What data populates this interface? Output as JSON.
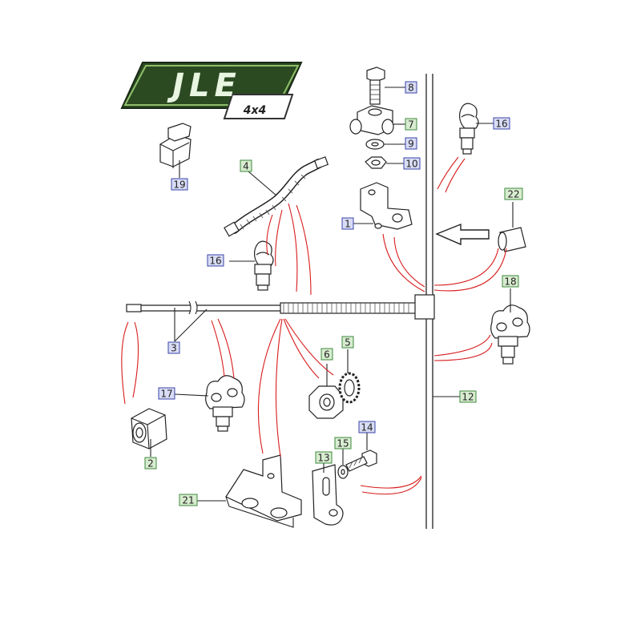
{
  "logo": {
    "brand": "JLE",
    "sub": "4x4",
    "color_primary": "#2b4a22",
    "color_accent": "#6fa040"
  },
  "colors": {
    "green_box_fill": "#d8ecd0",
    "green_box_stroke": "#3c8a3c",
    "blue_box_fill": "#d8dcf4",
    "blue_box_stroke": "#3a44a8",
    "leader_red": "#d81c1c"
  },
  "callouts": [
    {
      "id": "c1",
      "label": "1",
      "style": "blue"
    },
    {
      "id": "c2",
      "label": "2",
      "style": "green"
    },
    {
      "id": "c3",
      "label": "3",
      "style": "blue"
    },
    {
      "id": "c4",
      "label": "4",
      "style": "green"
    },
    {
      "id": "c5",
      "label": "5",
      "style": "green"
    },
    {
      "id": "c6",
      "label": "6",
      "style": "green"
    },
    {
      "id": "c7",
      "label": "7",
      "style": "green"
    },
    {
      "id": "c8",
      "label": "8",
      "style": "blue"
    },
    {
      "id": "c9",
      "label": "9",
      "style": "blue"
    },
    {
      "id": "c10",
      "label": "10",
      "style": "blue"
    },
    {
      "id": "c12",
      "label": "12",
      "style": "green"
    },
    {
      "id": "c13",
      "label": "13",
      "style": "green"
    },
    {
      "id": "c14",
      "label": "14",
      "style": "blue"
    },
    {
      "id": "c15",
      "label": "15",
      "style": "green"
    },
    {
      "id": "c16a",
      "label": "16",
      "style": "blue"
    },
    {
      "id": "c16b",
      "label": "16",
      "style": "blue"
    },
    {
      "id": "c17",
      "label": "17",
      "style": "blue"
    },
    {
      "id": "c18",
      "label": "18",
      "style": "green"
    },
    {
      "id": "c19",
      "label": "19",
      "style": "blue"
    },
    {
      "id": "c21",
      "label": "21",
      "style": "green"
    },
    {
      "id": "c22",
      "label": "22",
      "style": "green"
    }
  ]
}
